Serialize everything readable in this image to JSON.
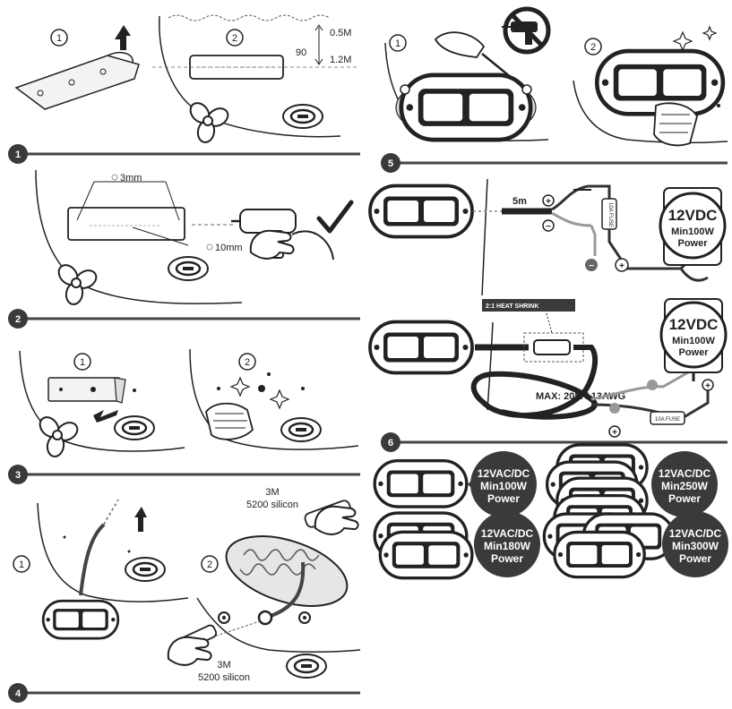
{
  "steps": {
    "s1": {
      "number": "1",
      "sub1": "1",
      "sub2": "2",
      "depth_min": "0.5M",
      "depth_max": "1.2M",
      "angle": "90"
    },
    "s2": {
      "number": "2",
      "gap": "3mm",
      "hole": "10mm"
    },
    "s3": {
      "number": "3",
      "sub1": "1",
      "sub2": "2"
    },
    "s4": {
      "number": "4",
      "sub1": "1",
      "sub2": "2",
      "silicon_top_brand": "3M",
      "silicon_top_name": "5200 silicon",
      "silicon_bottom_brand": "3M",
      "silicon_bottom_name": "5200 silicon"
    },
    "s5": {
      "number": "5",
      "sub1": "1",
      "sub2": "2"
    },
    "s6": {
      "number": "6",
      "cable_length": "5m",
      "fuse_label": "10A FUSE",
      "heat_shrink": "2:1 HEAT SHRINK",
      "max_cable": "MAX: 20M / 13AWG",
      "psu_voltage": "12VDC",
      "psu_min": "Min100W",
      "psu_power": "Power"
    }
  },
  "power_requirements": [
    {
      "voltage": "12VAC/DC",
      "min": "Min100W",
      "power": "Power"
    },
    {
      "voltage": "12VAC/DC",
      "min": "Min250W",
      "power": "Power"
    },
    {
      "voltage": "12VAC/DC",
      "min": "Min180W",
      "power": "Power"
    },
    {
      "voltage": "12VAC/DC",
      "min": "Min300W",
      "power": "Power"
    }
  ],
  "colors": {
    "ink": "#222222",
    "badge": "#3a3a3a",
    "line": "#555555"
  }
}
